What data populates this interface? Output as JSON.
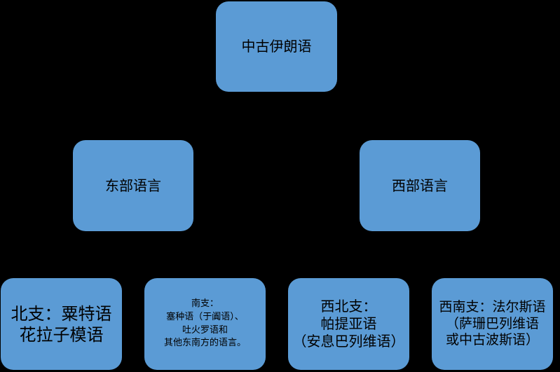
{
  "colors": {
    "background": "#000000",
    "node_fill": "#5b9bd5",
    "text": "#000000"
  },
  "root": {
    "label": "中古伊朗语"
  },
  "groups": [
    {
      "label": "东部语言"
    },
    {
      "label": "西部语言"
    }
  ],
  "branches": [
    {
      "lines": [
        "北支：粟特语",
        "花拉子模语"
      ]
    },
    {
      "lines": [
        "南支：",
        "塞种语（于阗语）、",
        "吐火罗语和",
        "其他东南方的语言。"
      ]
    },
    {
      "lines": [
        "西北支：",
        "帕提亚语",
        "（安息巴列维语）"
      ]
    },
    {
      "lines": [
        "西南支：法尔斯语",
        "（萨珊巴列维语",
        "或中古波斯语）"
      ]
    }
  ]
}
